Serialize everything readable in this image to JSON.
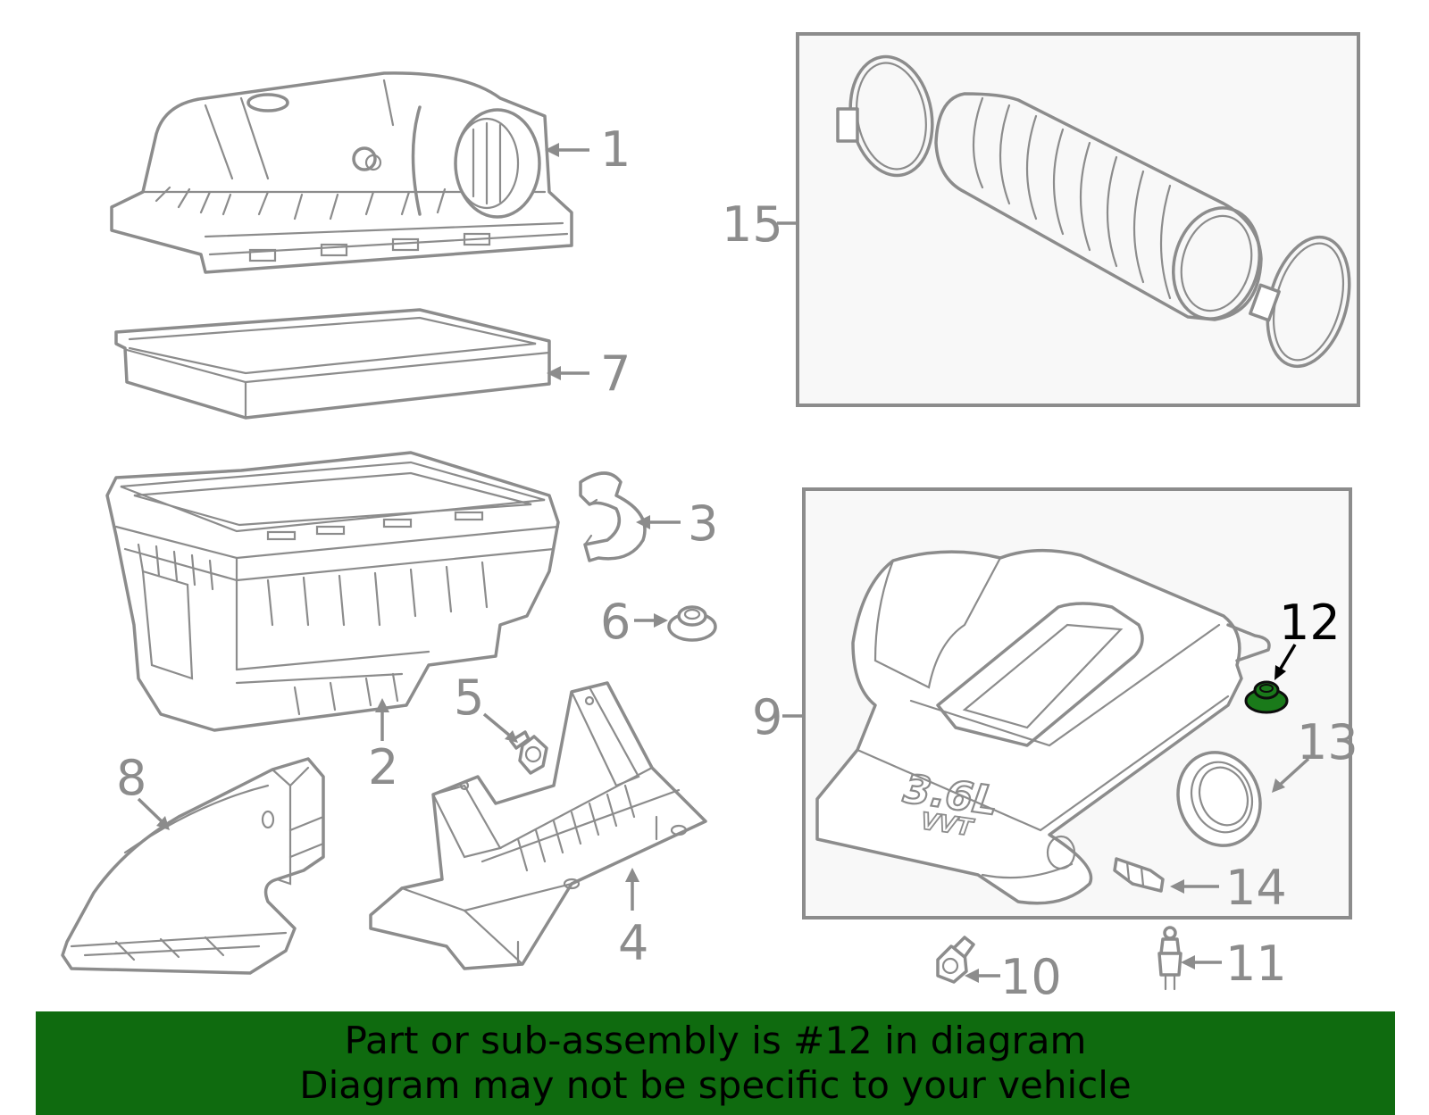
{
  "colors": {
    "line": "#8c8c8c",
    "highlight_part": "#1a7a1a",
    "banner_bg": "#0f6b0f",
    "banner_text": "#000000",
    "highlight_label": "#000000"
  },
  "callouts": [
    {
      "id": "1",
      "label": "1"
    },
    {
      "id": "2",
      "label": "2"
    },
    {
      "id": "3",
      "label": "3"
    },
    {
      "id": "4",
      "label": "4"
    },
    {
      "id": "5",
      "label": "5"
    },
    {
      "id": "6",
      "label": "6"
    },
    {
      "id": "7",
      "label": "7"
    },
    {
      "id": "8",
      "label": "8"
    },
    {
      "id": "9",
      "label": "9"
    },
    {
      "id": "10",
      "label": "10"
    },
    {
      "id": "11",
      "label": "11"
    },
    {
      "id": "12",
      "label": "12",
      "highlighted": true
    },
    {
      "id": "13",
      "label": "13"
    },
    {
      "id": "14",
      "label": "14"
    },
    {
      "id": "15",
      "label": "15"
    }
  ],
  "engine_cover_text": {
    "line1": "3.6L",
    "line2": "VVT"
  },
  "banner": {
    "line1": "Part or sub-assembly is #12 in diagram",
    "line2": "Diagram may not be specific to your vehicle"
  }
}
